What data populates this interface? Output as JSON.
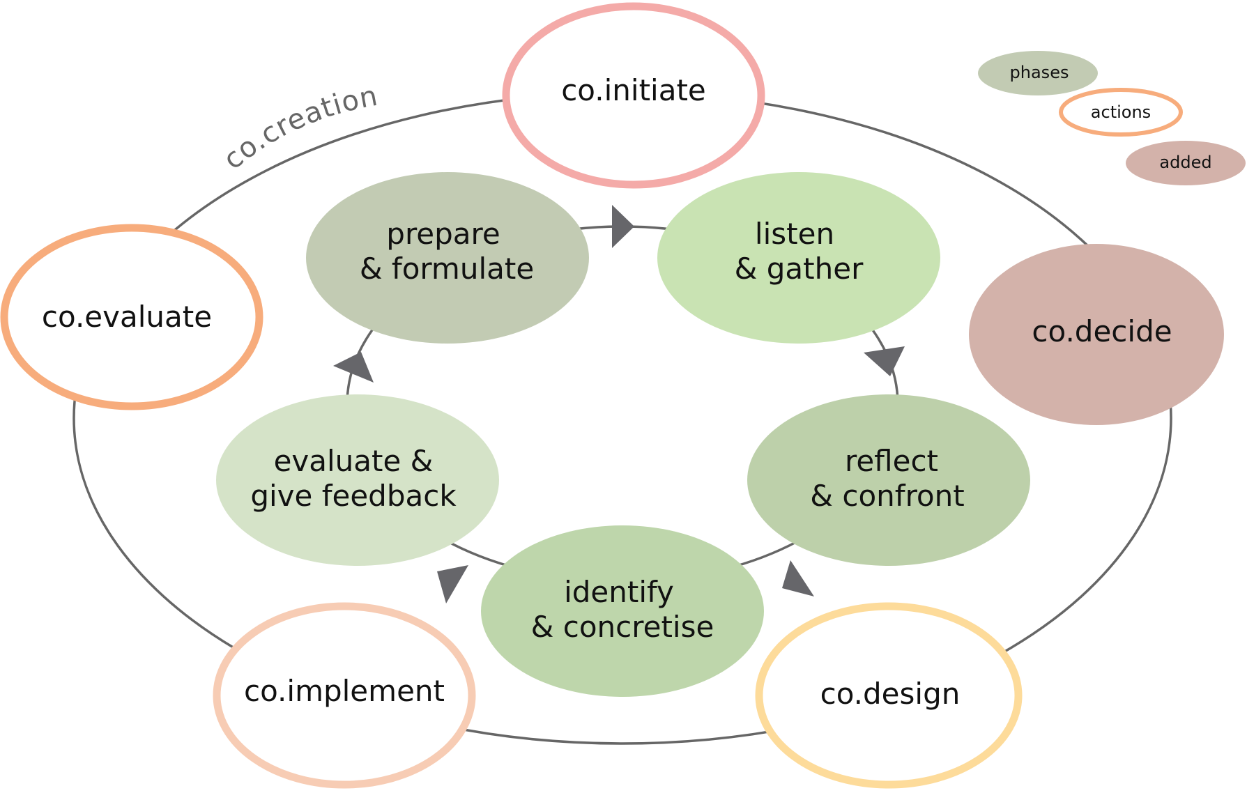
{
  "outer_cycle": {
    "label": "co.creation",
    "phases": [
      {
        "id": "initiate",
        "label": "co.initiate",
        "color": "#f4aaa8",
        "filled": false
      },
      {
        "id": "decide",
        "label": "co.decide",
        "color": "#d3b2aa",
        "filled": true
      },
      {
        "id": "design",
        "label": "co.design",
        "color": "#fddb9a",
        "filled": false
      },
      {
        "id": "implement",
        "label": "co.implement",
        "color": "#f7ccb4",
        "filled": false
      },
      {
        "id": "evaluate",
        "label": "co.evaluate",
        "color": "#f7ac7c",
        "filled": false
      }
    ]
  },
  "inner_cycle": {
    "phases": [
      {
        "id": "prepare",
        "lines": [
          "prepare",
          "& formulate"
        ],
        "color": "#c2cbb3"
      },
      {
        "id": "listen",
        "lines": [
          "listen",
          "& gather"
        ],
        "color": "#c9e3b3"
      },
      {
        "id": "reflect",
        "lines": [
          "reflect",
          "& confront"
        ],
        "color": "#bdd0aa"
      },
      {
        "id": "identify",
        "lines": [
          "identify",
          "& concretise"
        ],
        "color": "#bed6ab"
      },
      {
        "id": "feedback",
        "lines": [
          "evaluate &",
          "give feedback"
        ],
        "color": "#d5e3c8"
      }
    ]
  },
  "legend": [
    {
      "label": "phases",
      "color": "#c2cbb3",
      "filled": true
    },
    {
      "label": "actions",
      "color": "#f7ac7c",
      "filled": false
    },
    {
      "label": "added",
      "color": "#d3b2aa",
      "filled": true
    }
  ],
  "colors": {
    "cycle_line": "#666666",
    "arrow": "#66666a",
    "text": "#111111"
  }
}
